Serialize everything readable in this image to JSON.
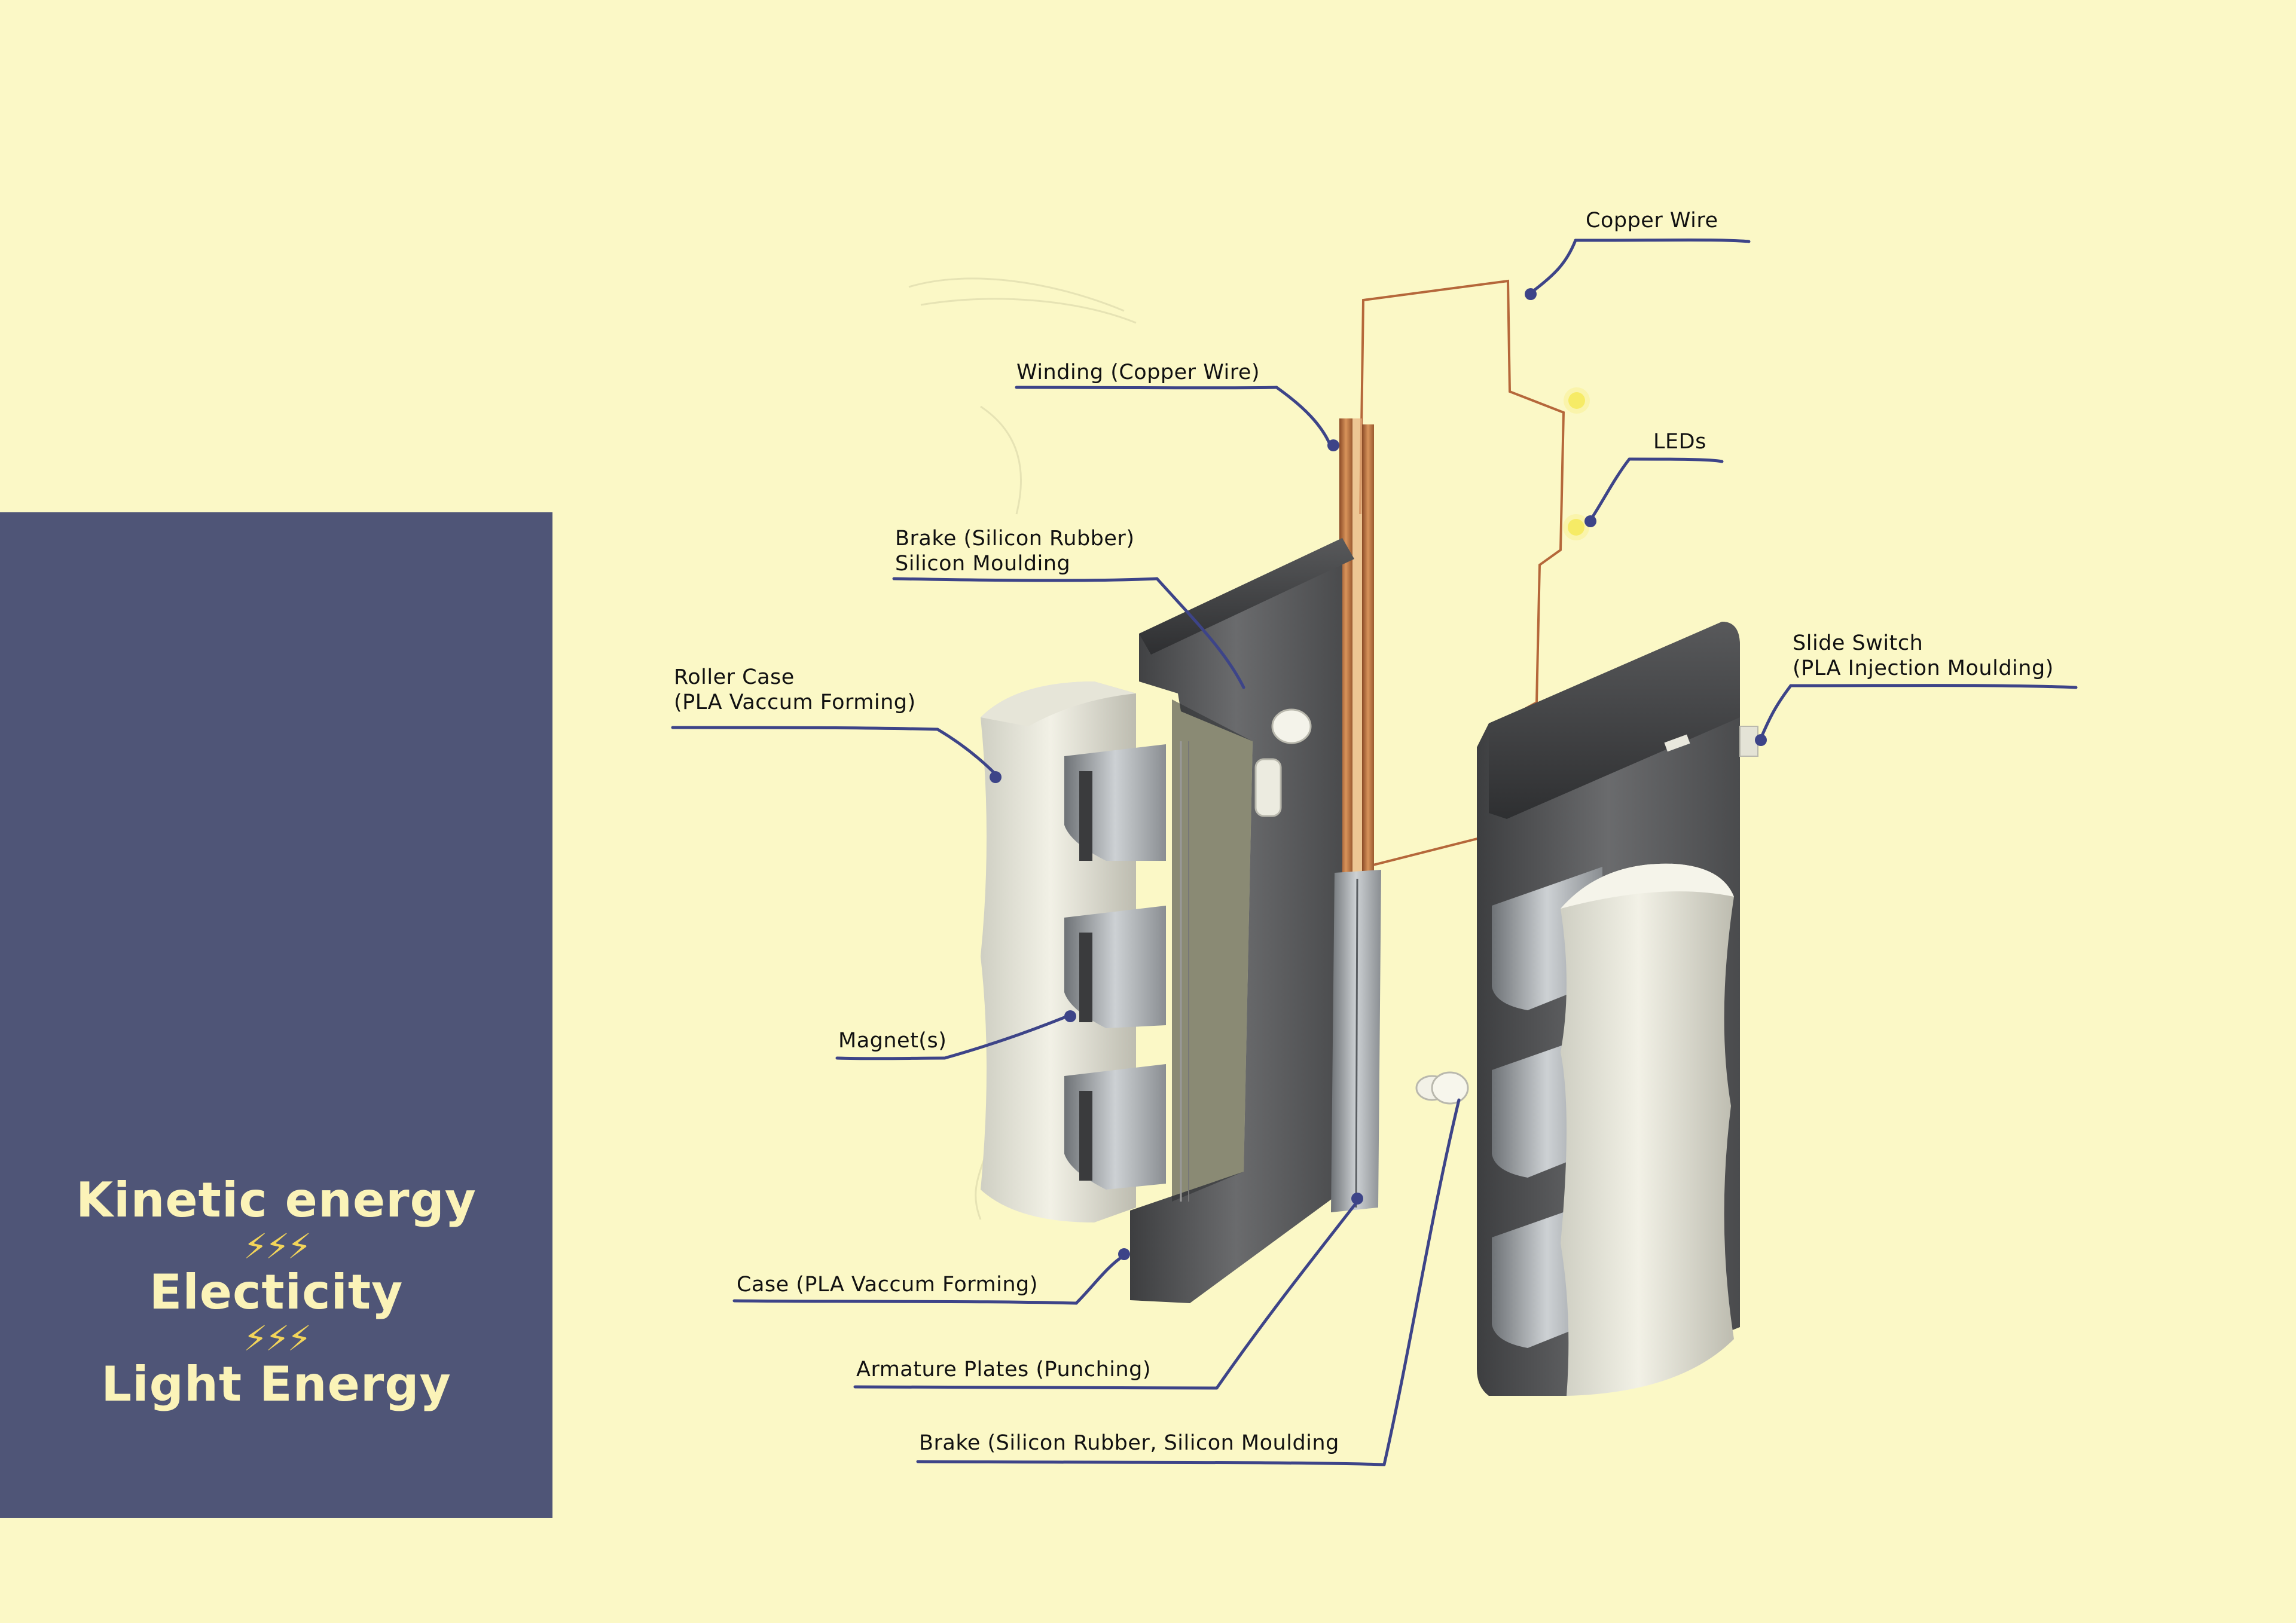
{
  "flow": {
    "kinetic": "Kinetic energy",
    "bolts_1": "⚡⚡⚡",
    "electricity": "Electicity",
    "bolts_2": "⚡⚡⚡",
    "light": "Light Energy"
  },
  "labels": {
    "copper_wire": "Copper Wire",
    "winding": "Winding (Copper Wire)",
    "leds": "LEDs",
    "brake_top_1": "Brake (Silicon Rubber)",
    "brake_top_2": "Silicon Moulding",
    "slide_switch_1": "Slide Switch",
    "slide_switch_2": "(PLA Injection Moulding)",
    "roller_case_1": "Roller Case",
    "roller_case_2": "(PLA Vaccum Forming)",
    "magnets": "Magnet(s)",
    "case": "Case (PLA Vaccum Forming)",
    "armature": "Armature Plates (Punching)",
    "brake_bottom": "Brake (Silicon Rubber, Silicon Moulding"
  },
  "colors": {
    "background": "#fbf8c6",
    "panel": "#4f5577",
    "flow_text": "#fbf3b8",
    "leader": "#3d4488",
    "copper": "#b5673a",
    "led": "#f4e84a"
  },
  "icons": {
    "bolt": "lightning-bolt-icon"
  }
}
